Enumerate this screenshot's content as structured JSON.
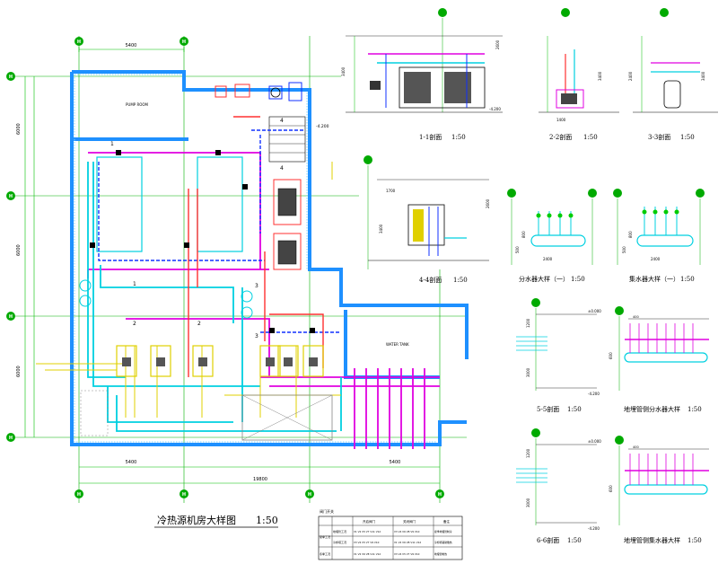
{
  "main_plan": {
    "title": "冷热源机房大样图",
    "scale": "1:50",
    "dim_top": "5400",
    "dim_bottom_a": "5400",
    "dim_bottom_b": "5400",
    "dim_bottom_total": "19800",
    "dim_left_a": "6000",
    "dim_left_b": "6000",
    "dim_left_c": "6000",
    "axis_labels": [
      "H",
      "H",
      "H",
      "H"
    ],
    "section_marks": [
      "1",
      "1",
      "2",
      "2",
      "3",
      "3",
      "4",
      "4"
    ],
    "room_label_a": "PUMP ROOM",
    "room_label_b": "WATER TANK",
    "elev": "-4.200"
  },
  "sections": [
    {
      "title": "1-1剖面",
      "scale": "1:50",
      "dims": [
        "3400",
        "2600"
      ]
    },
    {
      "title": "2-2剖面",
      "scale": "1:50",
      "dims": [
        "1400",
        "3400"
      ]
    },
    {
      "title": "3-3剖面",
      "scale": "1:50",
      "dims": [
        "2400",
        "3400"
      ]
    },
    {
      "title": "4-4剖面",
      "scale": "1:50",
      "dims": [
        "1700",
        "3400",
        "2600"
      ]
    },
    {
      "title": "分水器大样（一）",
      "scale": "1:50",
      "dims": [
        "2400",
        "800",
        "500"
      ]
    },
    {
      "title": "集水器大样（一）",
      "scale": "1:50",
      "dims": [
        "2400",
        "800",
        "500"
      ]
    },
    {
      "title": "5-5剖面",
      "scale": "1:50",
      "dims": [
        "1200",
        "3000"
      ]
    },
    {
      "title": "地埋管侧分水器大样",
      "scale": "1:50",
      "dims": [
        "400",
        "600"
      ]
    },
    {
      "title": "6-6剖面",
      "scale": "1:50",
      "dims": [
        "1200",
        "3000"
      ]
    },
    {
      "title": "地埋管侧集水器大样",
      "scale": "1:50",
      "dims": [
        "400",
        "600"
      ]
    }
  ],
  "elevations": [
    "-4.200",
    "±0.000",
    "-4.200"
  ],
  "valve_table": {
    "title": "阀门开关",
    "headers": [
      "",
      "",
      "开启阀门",
      "关闭阀门",
      "备注"
    ],
    "rows": [
      [
        "夏季工况",
        "地埋管工况",
        "V1 V2 V5 V7 V11 V12",
        "V3 V4 V6 V8 V9 V10",
        "夏季地埋管制冷"
      ],
      [
        "",
        "冷却塔工况",
        "V3 V4 V5 V7 V9 V10",
        "V1 V2 V6 V8 V11 V12",
        "冷却塔辅助散热"
      ],
      [
        "冬季工况",
        "",
        "V1 V2 V6 V8 V11 V12",
        "V3 V4 V5 V7 V9 V10",
        "地埋管制热"
      ]
    ]
  },
  "colors": {
    "wall": "#1e90ff",
    "pipe_magenta": "#e000e0",
    "pipe_cyan": "#00d0e0",
    "pipe_blue": "#1030ff",
    "pipe_red": "#ff3030",
    "pipe_yellow": "#e0d000",
    "axis_green": "#00aa00",
    "dim_green": "#00c000"
  },
  "icons": [
    "axis-bubble-icon",
    "pump-icon",
    "chiller-icon",
    "valve-icon",
    "tank-icon"
  ]
}
